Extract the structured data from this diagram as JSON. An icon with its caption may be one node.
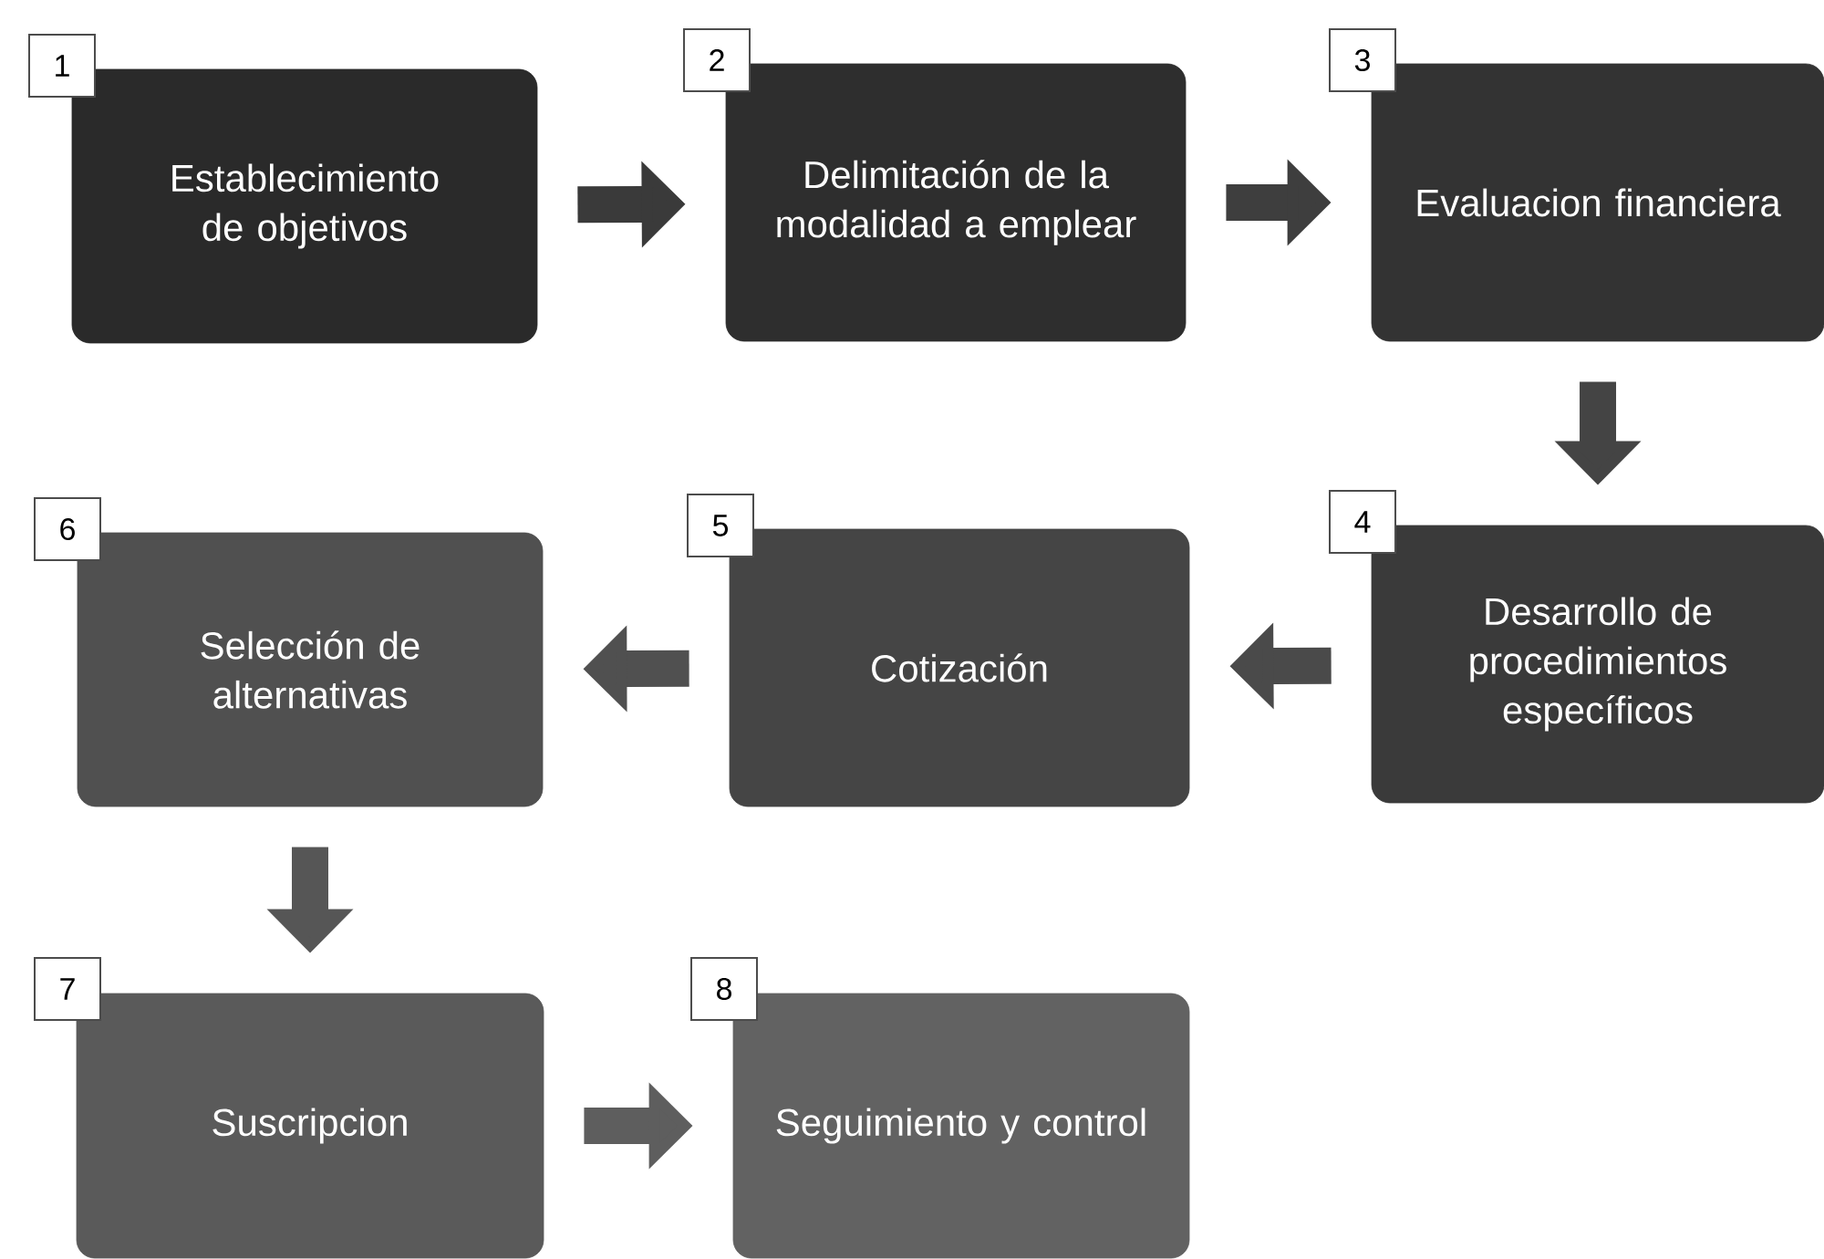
{
  "diagram": {
    "nodes": [
      {
        "text": [
          "Establecimiento de objetivos"
        ],
        "beside": [
          "1"
        ]
      },
      {
        "text": [
          "Delimitación de la modalidad a emplear"
        ],
        "beside": [
          "2"
        ]
      },
      {
        "text": [
          "Evaluacion financiera"
        ],
        "beside": [
          "3"
        ]
      },
      {
        "text": [
          "Desarrollo de procedimientos específicos"
        ],
        "beside": [
          "4"
        ]
      },
      {
        "text": [
          "Cotización"
        ],
        "beside": [
          "5"
        ]
      },
      {
        "text": [
          "Selección de alternativas"
        ],
        "beside": [
          "6"
        ]
      },
      {
        "text": [
          "Suscripcion"
        ],
        "beside": [
          "7"
        ]
      },
      {
        "text": [
          "Seguimiento y control"
        ],
        "beside": [
          "8"
        ]
      }
    ],
    "edges": [
      {
        "from": 0,
        "to": 1,
        "arrow": "to"
      },
      {
        "from": 1,
        "to": 2,
        "arrow": "to"
      },
      {
        "from": 2,
        "to": 3,
        "arrow": "to"
      },
      {
        "from": 3,
        "to": 4,
        "arrow": "to"
      },
      {
        "from": 4,
        "to": 5,
        "arrow": "to"
      },
      {
        "from": 5,
        "to": 6,
        "arrow": "to"
      },
      {
        "from": 6,
        "to": 7,
        "arrow": "to"
      }
    ]
  }
}
